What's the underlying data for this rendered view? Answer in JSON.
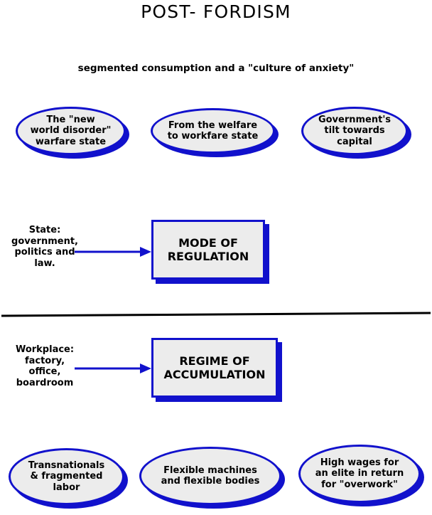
{
  "page": {
    "title": "POST- FORDISM",
    "subtitle": "segmented consumption and a \"culture of anxiety\"",
    "background_color": "#ffffff"
  },
  "colors": {
    "accent_blue": "#1111cc",
    "node_fill": "#ececec",
    "text": "#000000",
    "divider": "#000000"
  },
  "top_row": {
    "ellipses": [
      {
        "text": "The \"new\nworld disorder\"\nwarfare state"
      },
      {
        "text": "From the  welfare\nto workfare state"
      },
      {
        "text": "Government's\ntilt towards\ncapital"
      }
    ]
  },
  "middle_section": {
    "source_label": "State:\ngovernment,\npolitics and\nlaw.",
    "box_label": "MODE OF\nREGULATION",
    "arrow": "arrow-right"
  },
  "lower_section": {
    "source_label": "Workplace:\nfactory,\noffice,\nboardroom",
    "box_label": "REGIME OF\nACCUMULATION",
    "arrow": "arrow-right"
  },
  "bottom_row": {
    "ellipses": [
      {
        "text": "Transnationals\n& fragmented\nlabor"
      },
      {
        "text": "Flexible machines\nand flexible bodies"
      },
      {
        "text": "High wages for\nan elite in return\nfor \"overwork\""
      }
    ]
  }
}
